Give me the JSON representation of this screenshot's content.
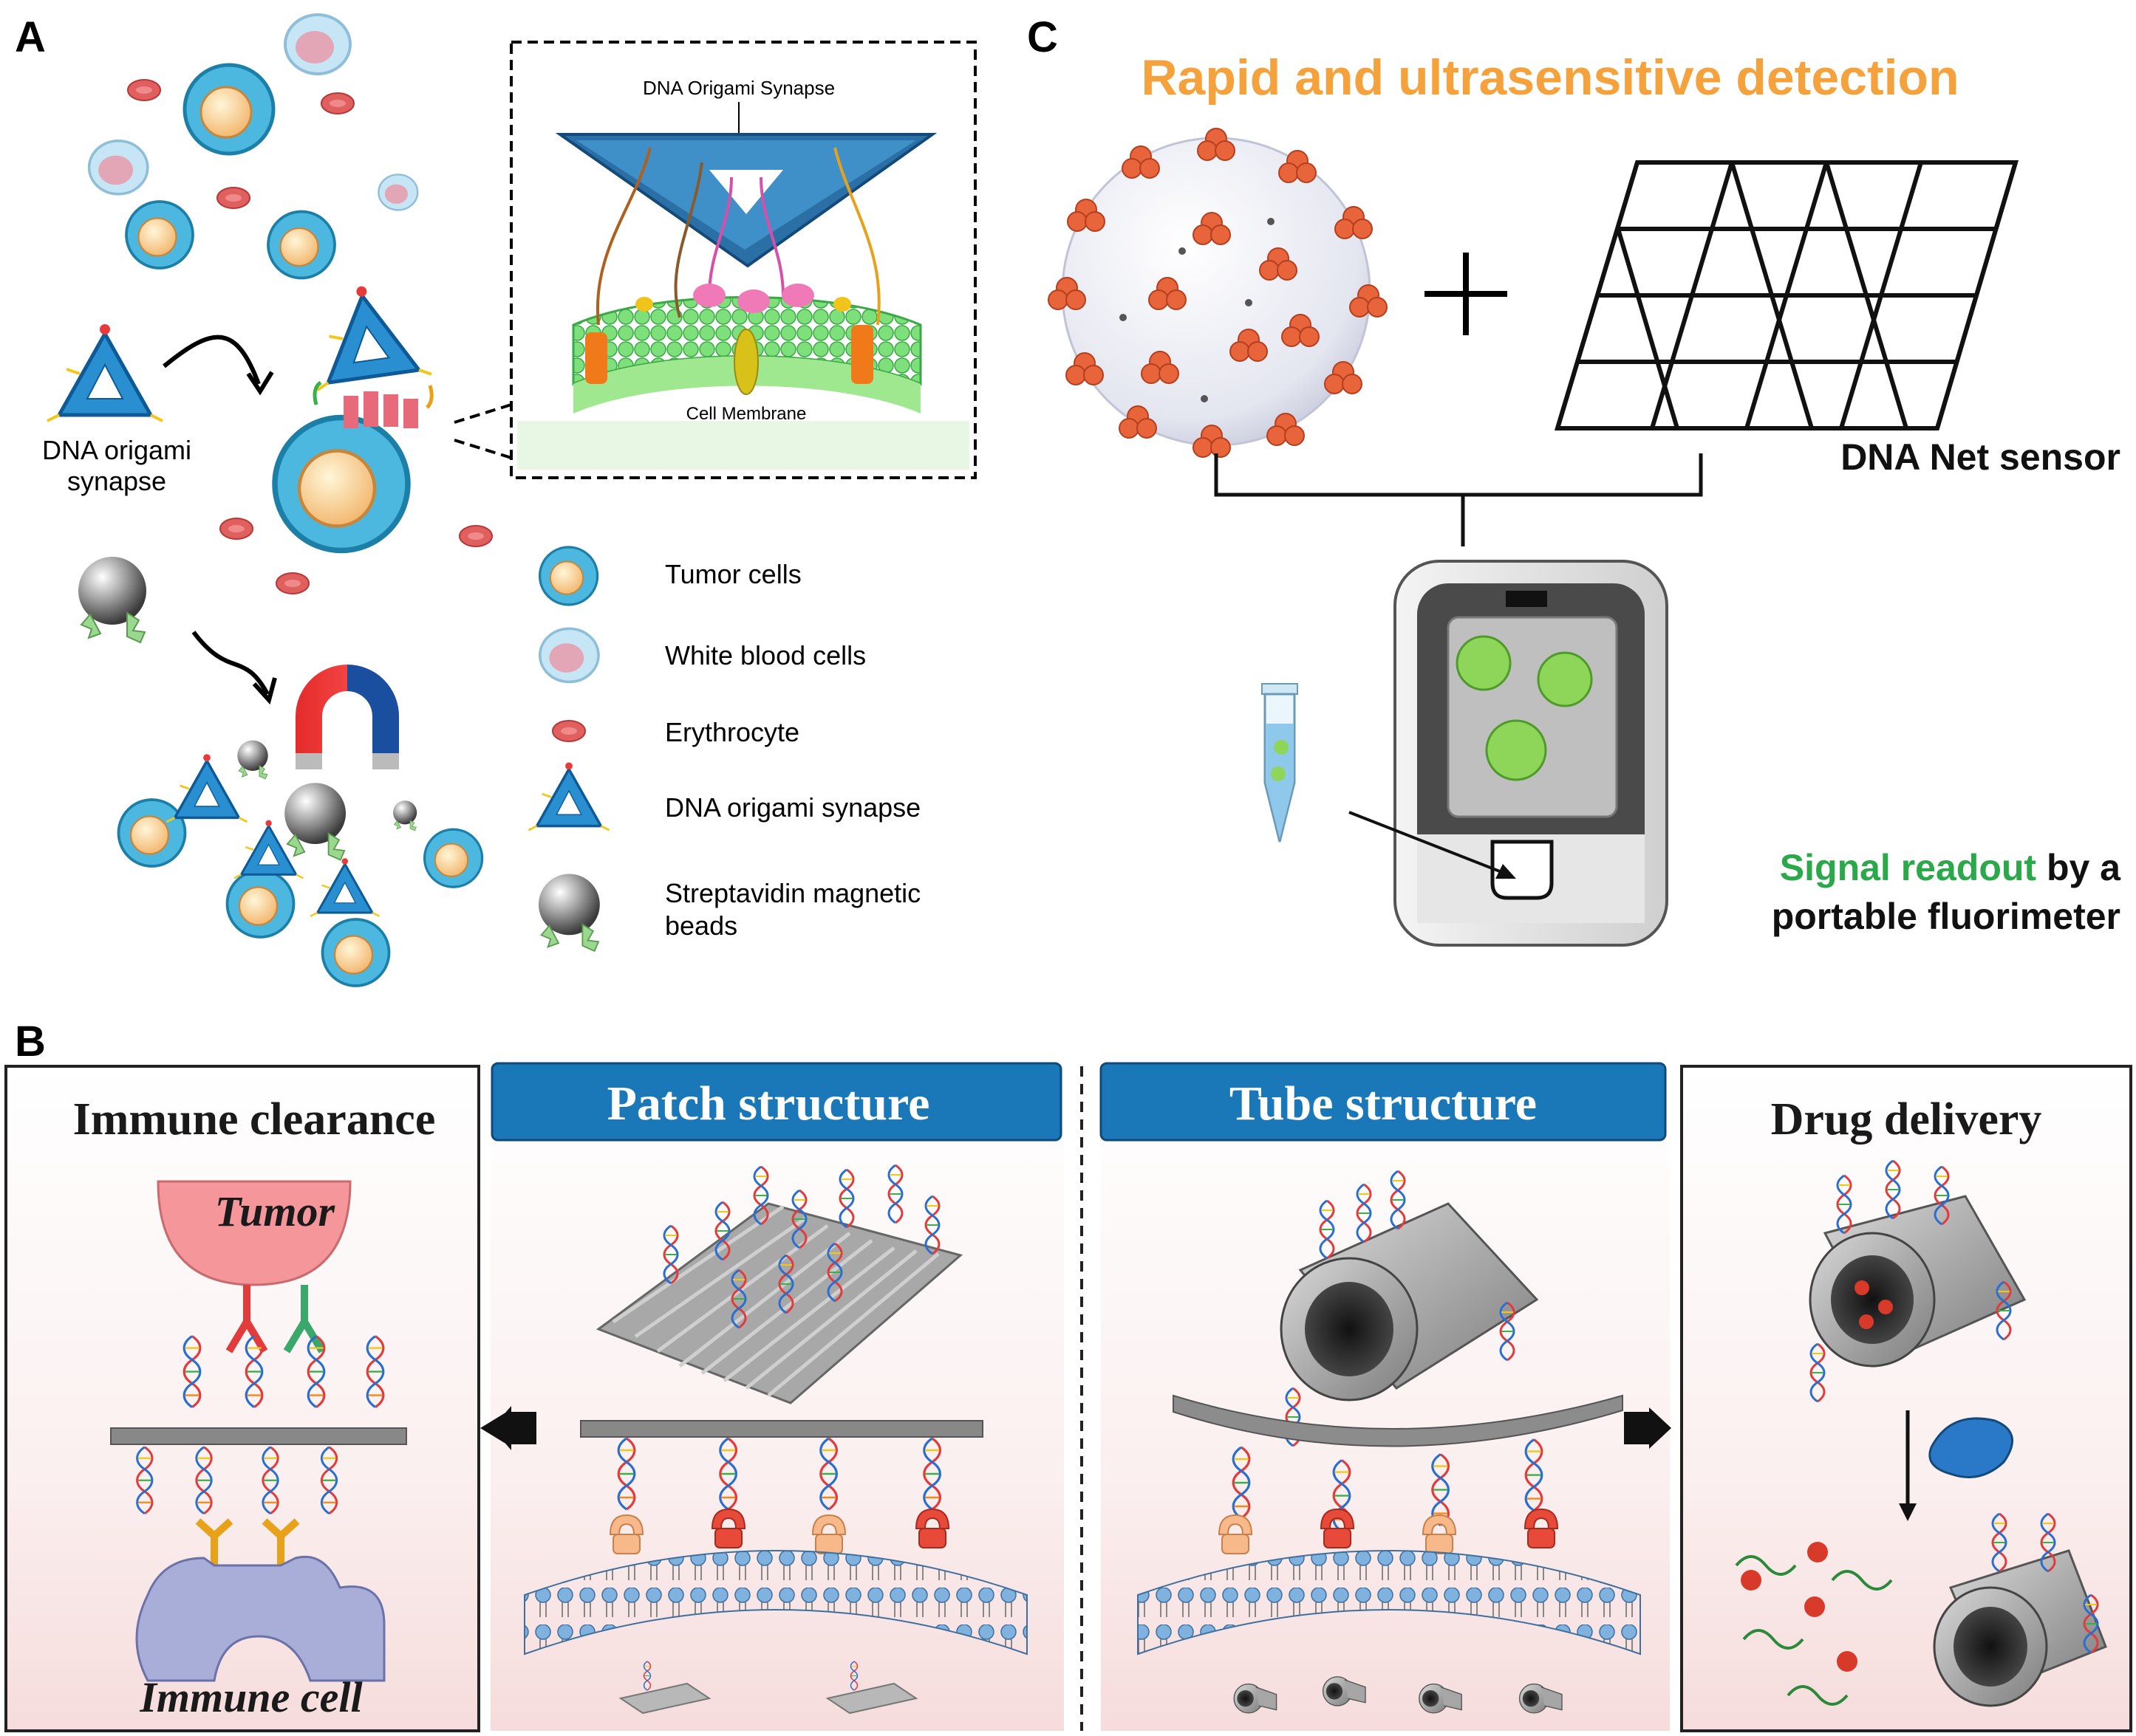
{
  "panel_labels": {
    "a": "A",
    "b": "B",
    "c": "C"
  },
  "panel_a": {
    "callout_title": "DNA Origami Synapse",
    "membrane_label": "Cell Membrane",
    "synapse_label_line1": "DNA origami",
    "synapse_label_line2": "synapse",
    "legend": [
      {
        "label": "Tumor cells"
      },
      {
        "label": "White blood cells"
      },
      {
        "label": "Erythrocyte"
      },
      {
        "label": "DNA origami synapse"
      },
      {
        "label_line1": "Streptavidin magnetic",
        "label_line2": "beads"
      }
    ]
  },
  "panel_c": {
    "title": "Rapid and ultrasensitive detection",
    "sensor_label": "DNA Net sensor",
    "readout_highlight": "Signal readout",
    "readout_rest": " by a",
    "readout_line2": "portable fluorimeter"
  },
  "panel_b": {
    "immune_title": "Immune clearance",
    "tumor_label": "Tumor",
    "immune_cell_label": "Immune cell",
    "patch_title": "Patch structure",
    "tube_title": "Tube structure",
    "drug_title": "Drug delivery"
  },
  "colors": {
    "accent_orange": "#f5a23c",
    "signal_green": "#2aa84a",
    "header_blue": "#1a78b8",
    "cell_blue": "#4cb8e0",
    "origami_blue": "#2a8fd0",
    "membrane_green": "#6fd86a"
  }
}
